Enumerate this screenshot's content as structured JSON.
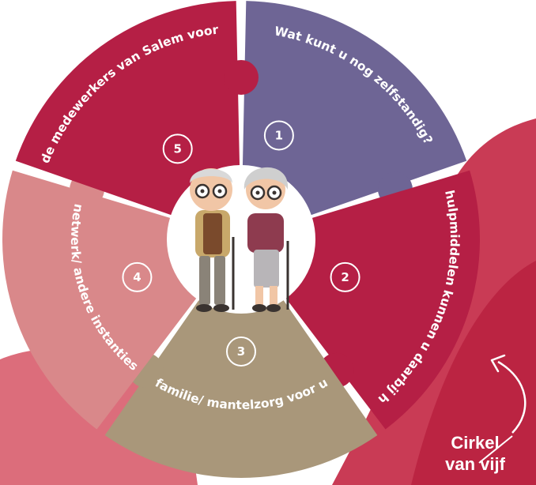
{
  "segments": [
    {
      "number": "1",
      "text": "Wat kunt u nog zelfstandig?",
      "color": "#6e6595"
    },
    {
      "number": "2",
      "text": "Welke hulpmiddelen kunnen u daarbij helpen?",
      "color": "#b51f45"
    },
    {
      "number": "3",
      "text": "Wat kan uw familie/ mantelzorg voor u betekenen?",
      "color": "#a9977a"
    },
    {
      "number": "4",
      "text": "Wat kan het sociale netwerk/ andere instanties voor u betekenen?",
      "color": "#d9888a"
    },
    {
      "number": "5",
      "text": "Wat kunnen de medewerkers van Salem voor u betekenen?",
      "color": "#b51f45"
    }
  ],
  "caption": {
    "line1": "Cirkel",
    "line2": "van vijf"
  },
  "colors": {
    "background_shape": "#c12e49",
    "background_shape_light": "#d96a78",
    "hub": "#ffffff"
  }
}
